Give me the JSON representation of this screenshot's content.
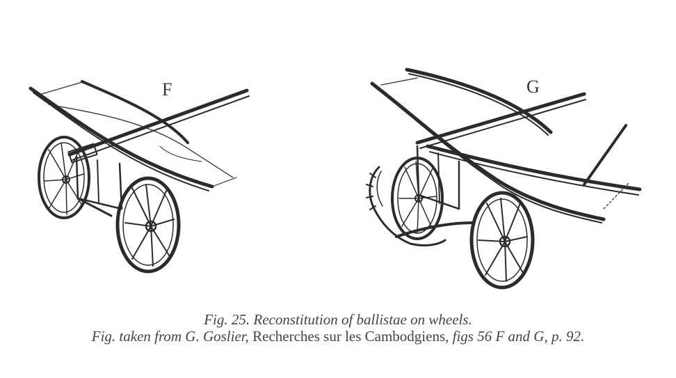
{
  "figure": {
    "label_f": "F",
    "label_g": "G",
    "caption_line1": "Fig. 25. Reconstitution of ballistae on wheels.",
    "caption_line2": {
      "part1": "Fig. taken from G. Goslier,",
      "part2": " Recherches sur les Cambodgiens,",
      "part3": " figs 56 F and G, p. 92."
    }
  }
}
